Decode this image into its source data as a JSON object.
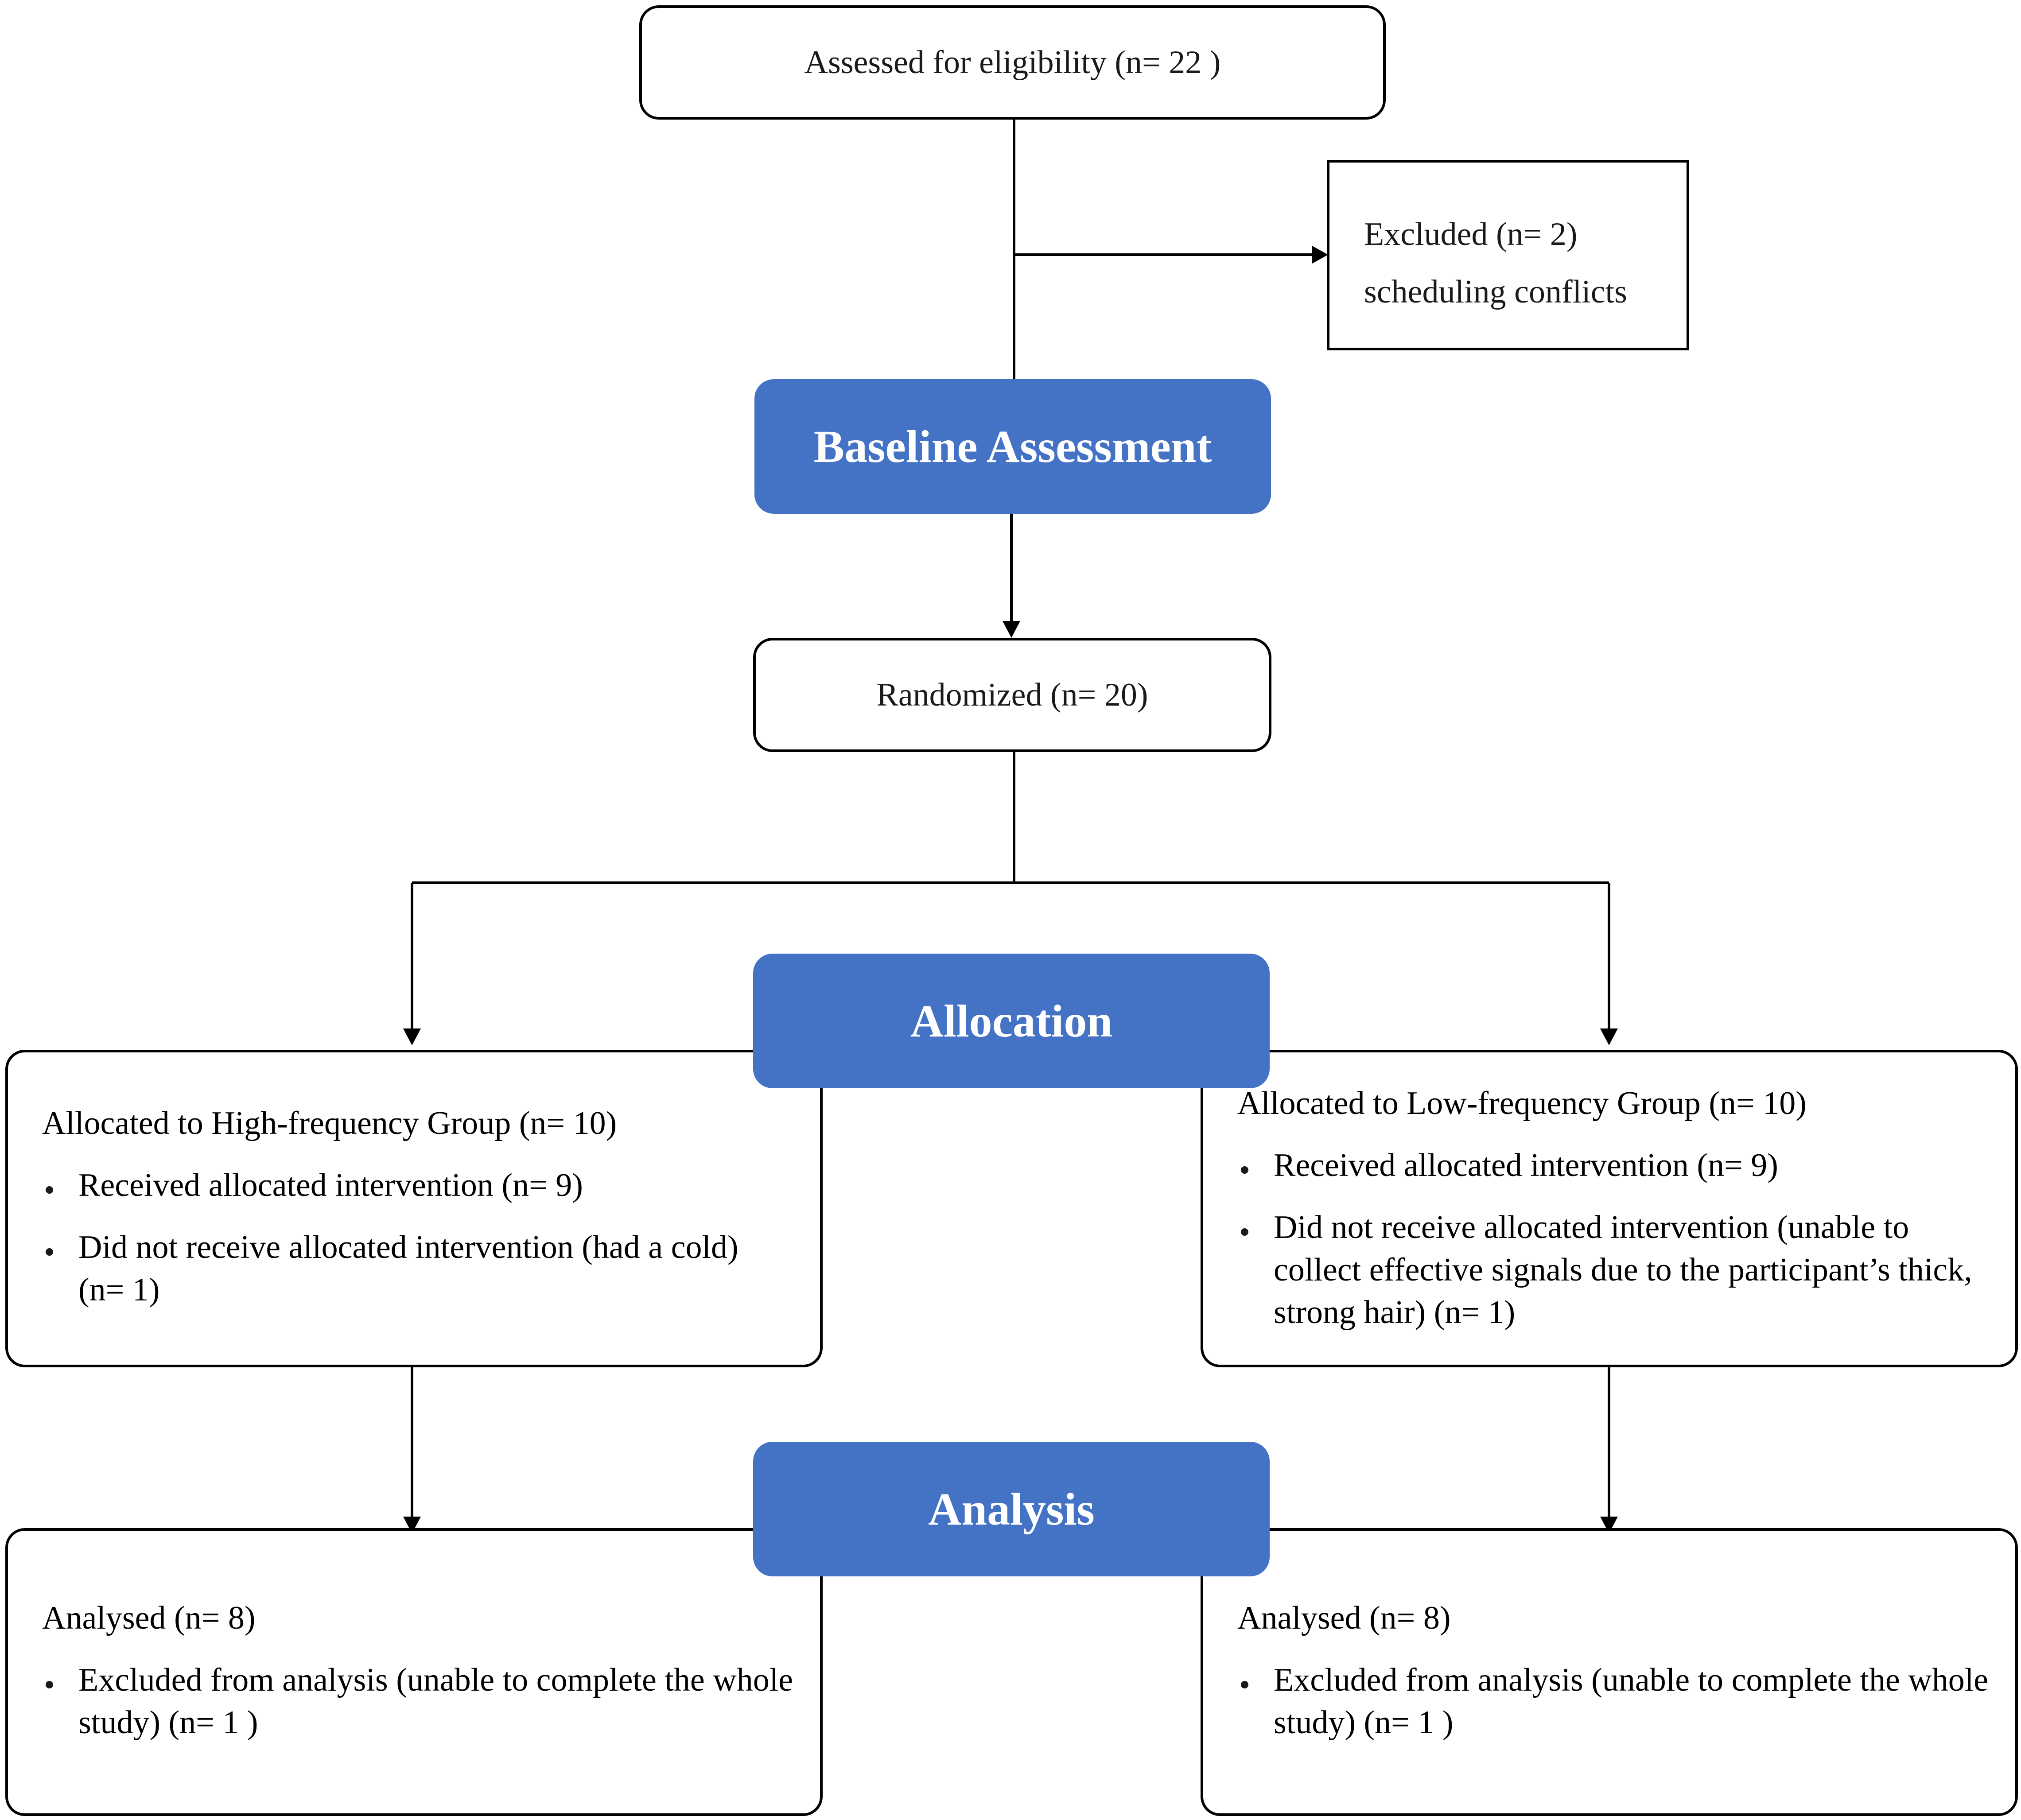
{
  "eligibility": {
    "text": "Assessed for eligibility (n= 22 )"
  },
  "excluded": {
    "line1": "Excluded  (n= 2)",
    "line2": "scheduling conflicts"
  },
  "stages": {
    "baseline": "Baseline Assessment",
    "allocation": "Allocation",
    "analysis": "Analysis"
  },
  "randomized": {
    "text": "Randomized  (n= 20)"
  },
  "allocation_high": {
    "title": "Allocated to High-frequency Group (n= 10)",
    "bullets": [
      "Received allocated intervention (n= 9)",
      "Did not receive allocated intervention (had a cold) (n= 1)"
    ]
  },
  "allocation_low": {
    "title": "Allocated to Low-frequency Group (n= 10)",
    "bullets": [
      "Received allocated intervention (n= 9)",
      "Did not receive allocated intervention (unable to collect effective signals due to the participant’s thick, strong hair) (n= 1)"
    ]
  },
  "analysis_high": {
    "title": "Analysed  (n= 8)",
    "bullets": [
      "Excluded from analysis (unable to complete the whole study) (n= 1 )"
    ]
  },
  "analysis_low": {
    "title": "Analysed  (n= 8)",
    "bullets": [
      "Excluded from analysis (unable to complete the whole study) (n= 1 )"
    ]
  }
}
